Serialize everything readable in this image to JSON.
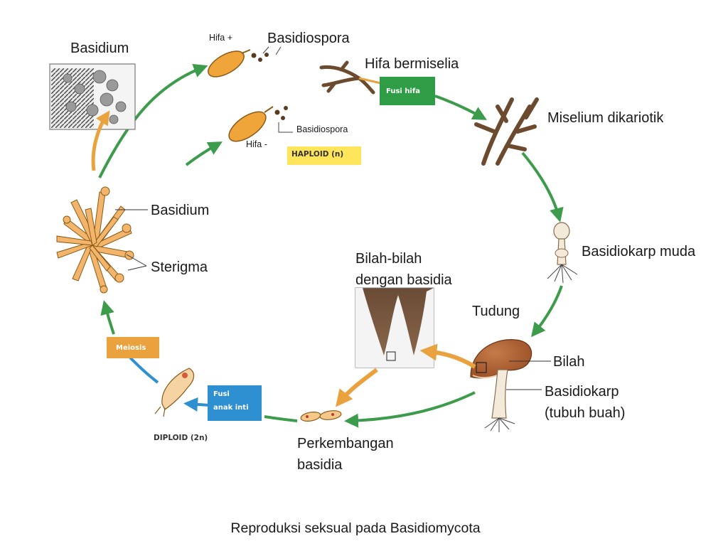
{
  "labels": {
    "basidium_top": "Basidium",
    "hifa_plus": "Hifa +",
    "basidiospora_top": "Basidiospora",
    "hifa_bermiselia": "Hifa bermiselia",
    "basidiospora_small": "Basidiospora",
    "hifa_minus": "Hifa -",
    "haploid": "HAPLOID (n)",
    "fusi_hifa": "Fusi hifa",
    "miselium_dikariotik": "Miselium dikariotik",
    "basidium_mid": "Basidium",
    "sterigma": "Sterigma",
    "bilah_bilah_line1": "Bilah-bilah",
    "bilah_bilah_line2": "dengan basidia",
    "basidiokarp_muda": "Basidiokarp muda",
    "tudung": "Tudung",
    "bilah": "Bilah",
    "basidiokarp_line1": "Basidiokarp",
    "basidiokarp_line2": "(tubuh buah)",
    "meiosis": "Meiosis",
    "fusi_anak_inti_line1": "Fusi",
    "fusi_anak_inti_line2": "anak inti",
    "diploid": "DIPLOID (2n)",
    "perkembangan_line1": "Perkembangan",
    "perkembangan_line2": "basidia"
  },
  "caption": "Reproduksi seksual  pada Basidiomycota",
  "colors": {
    "arrow_green": "#3d9c4c",
    "arrow_blue": "#2e8fd1",
    "arrow_orange": "#e9a23d",
    "fusi_hifa_badge": "#2f9d45",
    "meiosis_badge": "#e9a23d",
    "fusi_anak_inti_badge": "#2e8fd1",
    "haploid_highlight": "#ffe55c",
    "spore_fill": "#f0a53a",
    "hypha_brown": "#6b4a2e"
  }
}
